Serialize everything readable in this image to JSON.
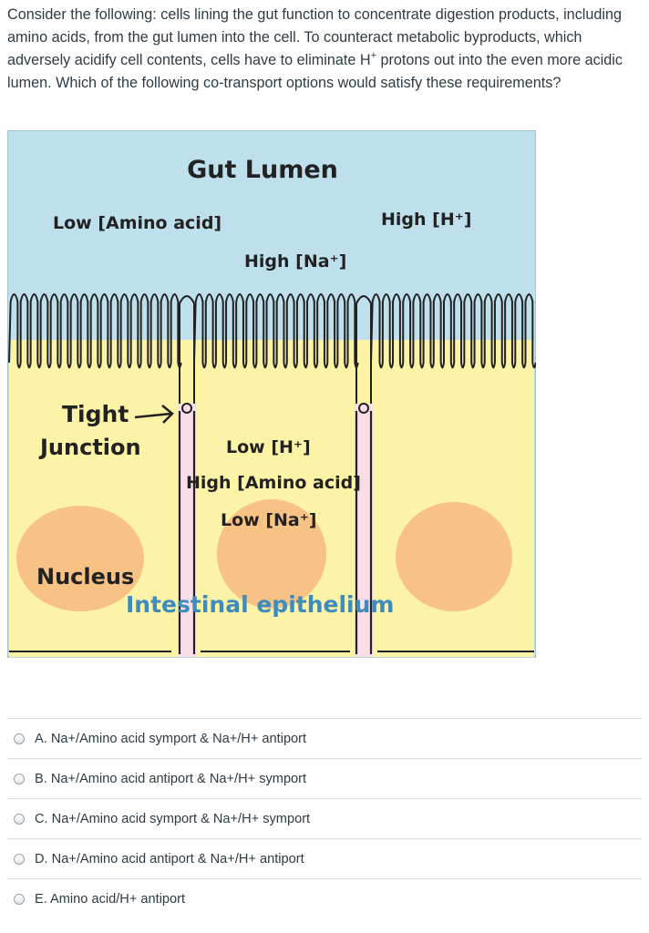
{
  "question": {
    "part1": "Consider the following: cells lining the gut function to concentrate digestion products, including amino acids, from the gut lumen into the cell. To counteract metabolic byproducts, which adversely acidify cell contents, cells have to eliminate H",
    "sup": "+",
    "part2": " protons out into the even more acidic lumen. Which of the following co-transport options would satisfy these requirements?"
  },
  "diagram": {
    "title": "Gut Lumen",
    "lumen_amino": "Low [Amino acid]",
    "lumen_h": "High [H⁺]",
    "lumen_na": "High [Na⁺]",
    "tight_junction_1": "Tight",
    "tight_junction_2": "Junction",
    "cell_h": "Low [H⁺]",
    "cell_amino": "High [Amino acid]",
    "cell_na": "Low [Na⁺]",
    "nucleus": "Nucleus",
    "epithelium": "Intestinal epithelium",
    "colors": {
      "lumen": "#bde0ec",
      "cell": "#fdf3a6",
      "nucleus": "#f9c285",
      "junction": "#fbdde8",
      "epithelium_text": "#3d8cbd"
    }
  },
  "options": [
    {
      "label": "A. Na+/Amino acid symport & Na+/H+ antiport"
    },
    {
      "label": "B. Na+/Amino acid antiport & Na+/H+ symport"
    },
    {
      "label": "C. Na+/Amino acid symport & Na+/H+ symport"
    },
    {
      "label": "D. Na+/Amino acid antiport & Na+/H+ antiport"
    },
    {
      "label": "E. Amino acid/H+ antiport"
    }
  ]
}
